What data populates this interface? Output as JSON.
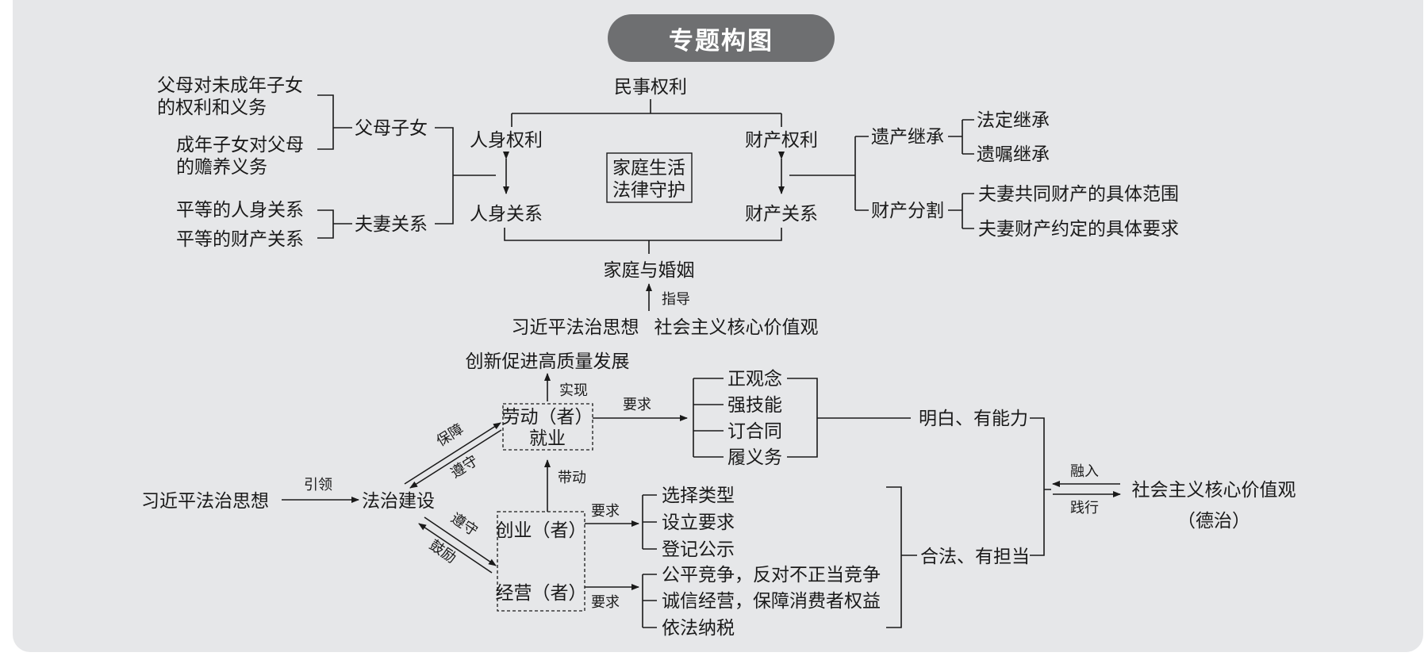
{
  "title": "专题构图",
  "top": {
    "civil_rights": "民事权利",
    "center_l1": "家庭生活",
    "center_l2": "法律守护",
    "personal_rights": "人身权利",
    "property_rights": "财产权利",
    "personal_relations": "人身关系",
    "property_relations": "财产关系",
    "family_marriage": "家庭与婚姻",
    "guide": "指导",
    "xi_thought": "习近平法治思想",
    "core_values": "社会主义核心价值观",
    "parent_child": "父母子女",
    "pc_item1_l1": "父母对未成年子女",
    "pc_item1_l2": "的权利和义务",
    "pc_item2_l1": "成年子女对父母",
    "pc_item2_l2": "的赡养义务",
    "spouse": "夫妻关系",
    "sp_item1": "平等的人身关系",
    "sp_item2": "平等的财产关系",
    "inheritance": "遗产继承",
    "inh_item1": "法定继承",
    "inh_item2": "遗嘱继承",
    "division": "财产分割",
    "div_item1": "夫妻共同财产的具体范围",
    "div_item2": "夫妻财产约定的具体要求"
  },
  "bottom": {
    "xi_thought": "习近平法治思想",
    "lead": "引领",
    "rule_of_law": "法治建设",
    "guarantee": "保障",
    "obey1": "遵守",
    "obey2": "遵守",
    "encourage": "鼓励",
    "labor_l1": "劳动（者）",
    "labor_l2": "就业",
    "realize": "实现",
    "innovation": "创新促进高质量发展",
    "require1": "要求",
    "req_items": [
      "正观念",
      "强技能",
      "订合同",
      "履义务"
    ],
    "understand": "明白、有能力",
    "drive": "带动",
    "startup": "创业（者）",
    "require2": "要求",
    "startup_items": [
      "选择类型",
      "设立要求",
      "登记公示"
    ],
    "operate": "经营（者）",
    "require3": "要求",
    "operate_items": [
      "公平竞争，反对不正当竞争",
      "诚信经营，保障消费者权益",
      "依法纳税"
    ],
    "legal": "合法、有担当",
    "integrate": "融入",
    "practice": "践行",
    "core_values": "社会主义核心价值观",
    "moral": "（德治）"
  }
}
